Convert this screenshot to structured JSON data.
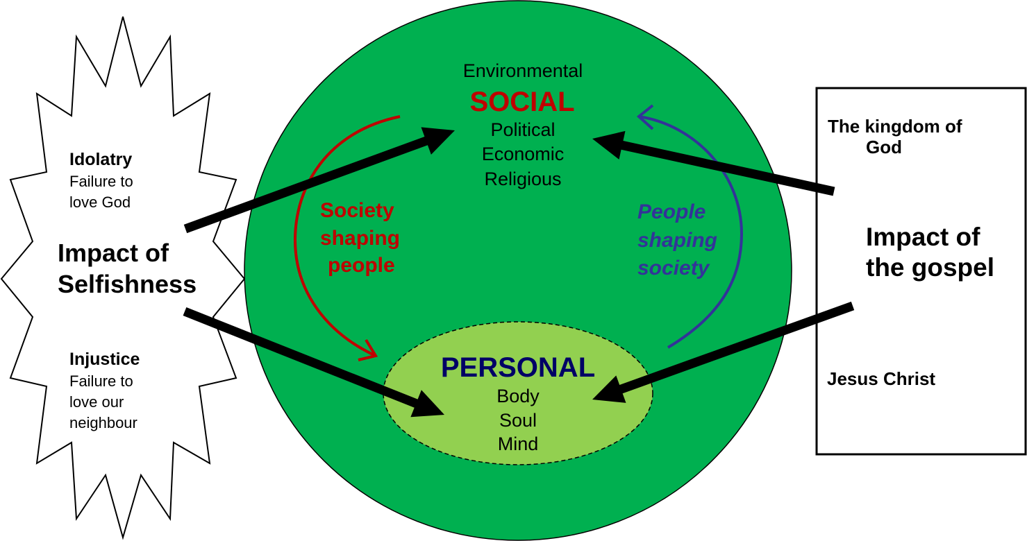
{
  "colors": {
    "outer_circle": "#00B050",
    "personal_ellipse": "#92D050",
    "social": "#C00000",
    "society_shaping": "#C00000",
    "people_shaping": "#333399",
    "personal": "#000066",
    "arrow": "#000000"
  },
  "selfishness": {
    "idolatry_title": "Idolatry",
    "idolatry_line1": "Failure to",
    "idolatry_line2": "love God",
    "title_line1": "Impact of",
    "title_line2": "Selfishness",
    "injustice_title": "Injustice",
    "injustice_line1": "Failure to",
    "injustice_line2": "love our",
    "injustice_line3": "neighbour"
  },
  "social": {
    "above": "Environmental",
    "title": "SOCIAL",
    "items": [
      "Political",
      "Economic",
      "Religious"
    ]
  },
  "society_shaping_people": [
    "Society",
    "shaping",
    "people"
  ],
  "people_shaping_society": [
    "People",
    "shaping",
    "society"
  ],
  "personal": {
    "title": "PERSONAL",
    "items": [
      "Body",
      "Soul",
      "Mind"
    ]
  },
  "gospel": {
    "kingdom_line1": "The kingdom of",
    "kingdom_line2": "God",
    "title_line1": "Impact of",
    "title_line2": "the gospel",
    "jesus": "Jesus Christ"
  }
}
